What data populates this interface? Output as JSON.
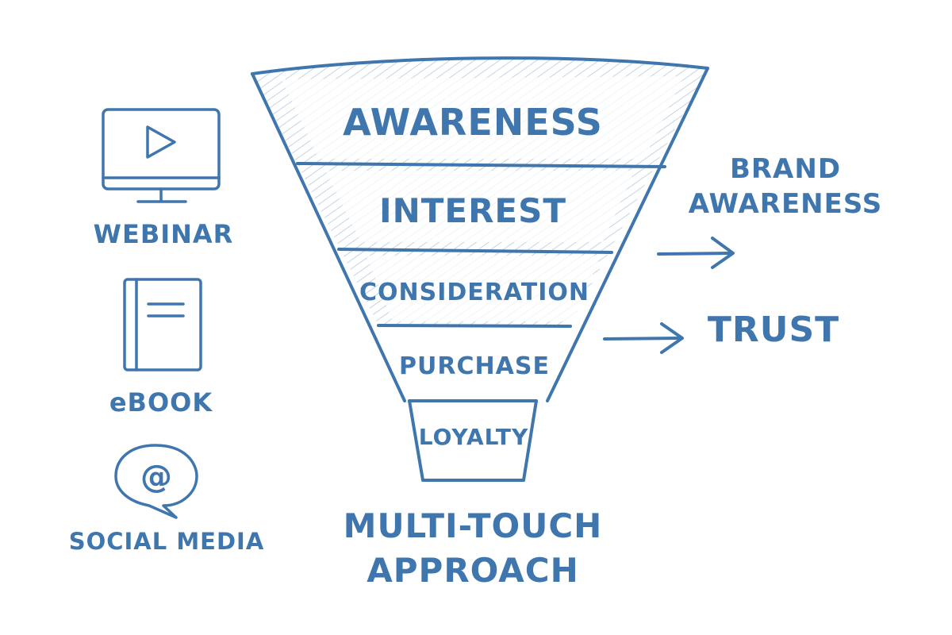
{
  "colors": {
    "ink": "#3f76ad",
    "hatch": "#a9c3dd",
    "background": "#ffffff"
  },
  "channels": [
    {
      "icon": "monitor-play-icon",
      "label": "WEBINAR"
    },
    {
      "icon": "book-icon",
      "label": "eBOOK"
    },
    {
      "icon": "at-speech-bubble-icon",
      "label": "SOCIAL MEDIA"
    }
  ],
  "funnel": {
    "stages": [
      "AWARENESS",
      "INTEREST",
      "CONSIDERATION",
      "PURCHASE",
      "LOYALTY"
    ],
    "caption_line1": "MULTI-TOUCH",
    "caption_line2": "APPROACH"
  },
  "outcomes": {
    "brand_line1": "BRAND",
    "brand_line2": "AWARENESS",
    "trust": "TRUST"
  }
}
